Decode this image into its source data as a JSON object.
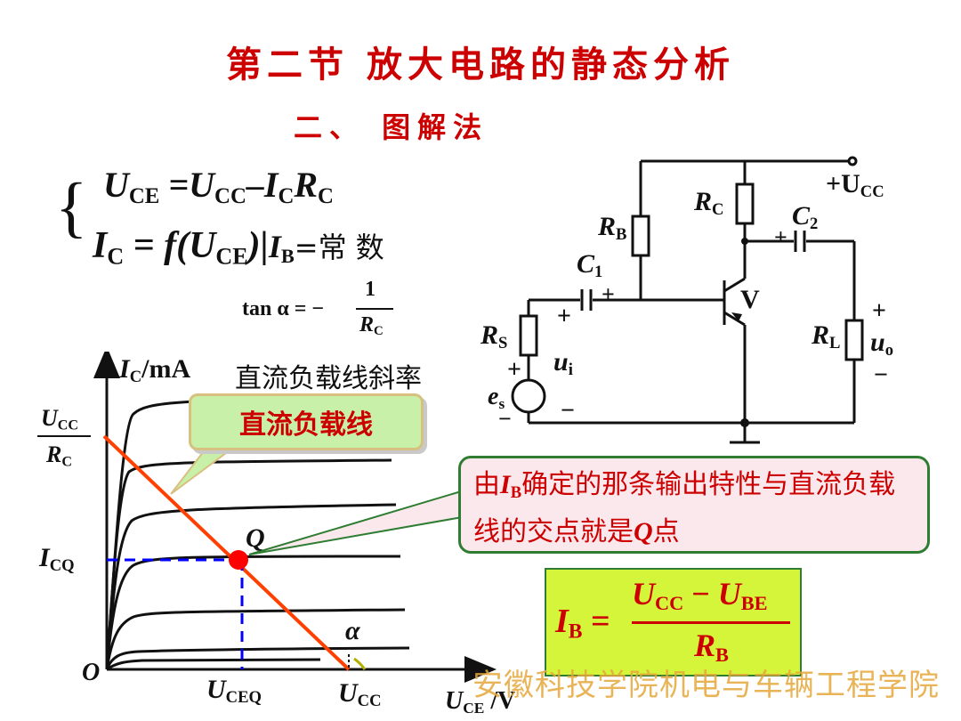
{
  "title": "第二节  放大电路的静态分析",
  "subtitle": "二、   图解法",
  "equations": {
    "eq1": {
      "lhs": "U",
      "lhs_sub": "CE",
      "mid1": " =U",
      "mid1_sub": "CC",
      "dash": "–I",
      "dash_sub": "C",
      "r": "R",
      "r_sub": "C"
    },
    "eq2": {
      "lhs": "I",
      "lhs_sub": "C",
      "rest": " = f(U",
      "rest_sub": "CE",
      "close": ")|",
      "cond": "I",
      "cond_sub": "B",
      "cond_text": "=常 数"
    },
    "tan": {
      "lhs": "tan α = −",
      "num": "1",
      "den": "R",
      "den_sub": "C"
    }
  },
  "graph": {
    "y_axis_label": "I",
    "y_axis_sub": "C",
    "y_axis_unit": "/mA",
    "slope_label": "直流负载线斜率",
    "ucc_rc_num": "U",
    "ucc_rc_num_sub": "CC",
    "ucc_rc_den": "R",
    "ucc_rc_den_sub": "C",
    "icq": "I",
    "icq_sub": "CQ",
    "origin": "O",
    "q_label": "Q",
    "alpha": "α",
    "uceq": "U",
    "uceq_sub": "CEQ",
    "ucc": "U",
    "ucc_sub": "CC",
    "x_axis": "U",
    "x_axis_sub": "CE",
    "x_unit": " /V"
  },
  "callouts": {
    "load_line": "直流负载线",
    "intersection_pre": "由",
    "intersection_i": "I",
    "intersection_sub": "B",
    "intersection_mid": "确定的那条输出特性与直流负载线的交点就是",
    "intersection_q": "Q",
    "intersection_post": "点"
  },
  "ib_formula": {
    "lhs": "I",
    "lhs_sub": "B",
    "eq": "=",
    "num_a": "U",
    "num_a_sub": "CC",
    "minus": " − ",
    "num_b": "U",
    "num_b_sub": "BE",
    "den": "R",
    "den_sub": "B"
  },
  "circuit": {
    "vcc": "+U",
    "vcc_sub": "CC",
    "rc": "R",
    "rc_sub": "C",
    "c2": "C",
    "c2_sub": "2",
    "rb": "R",
    "rb_sub": "B",
    "c1": "C",
    "c1_sub": "1",
    "transistor": "V",
    "rs": "R",
    "rs_sub": "S",
    "ui": "u",
    "ui_sub": "i",
    "es": "e",
    "es_sub": "s",
    "rl": "R",
    "rl_sub": "L",
    "uo": "u",
    "uo_sub": "o",
    "plus": "+",
    "minus": "−"
  },
  "watermark": "安徽科技学院机电与车辆工程学院",
  "colors": {
    "title_red": "#cc0000",
    "load_line": "#ff4000",
    "q_point": "#ff0000",
    "dash_blue": "#0000ff",
    "formula_bg": "#d4f53a"
  }
}
